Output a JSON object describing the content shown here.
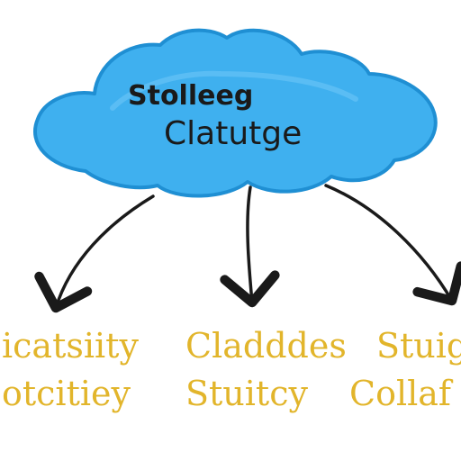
{
  "cloud": {
    "line1": "Stolleeg",
    "line2": "Clatutge"
  },
  "targets": [
    {
      "line1": "icatsiity",
      "line2": "otcitiey"
    },
    {
      "line1": "Cladddes",
      "line2": "Stuitcy"
    },
    {
      "line1": "Stuig",
      "line2": "Collaf"
    }
  ],
  "colors": {
    "cloud_fill": "#3fb0ef",
    "cloud_outline": "#1f8fd3",
    "label_text": "#e2b52b",
    "arrow": "#1a1a1a"
  }
}
